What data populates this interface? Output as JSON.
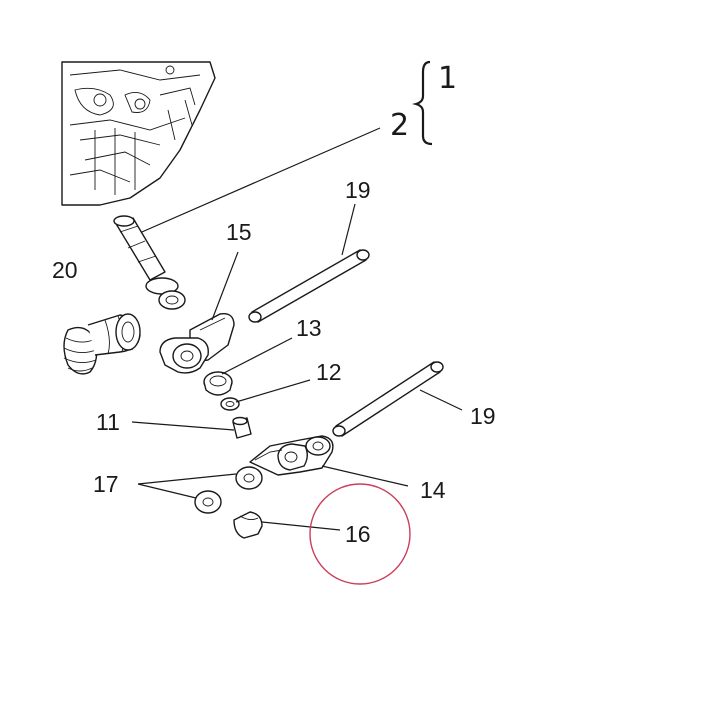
{
  "labels": {
    "l1": "1",
    "l2": "2",
    "l11": "11",
    "l12": "12",
    "l13": "13",
    "l14": "14",
    "l15": "15",
    "l16": "16",
    "l17": "17",
    "l19a": "19",
    "l19b": "19",
    "l20": "20"
  },
  "highlight_color": "#c9405a"
}
